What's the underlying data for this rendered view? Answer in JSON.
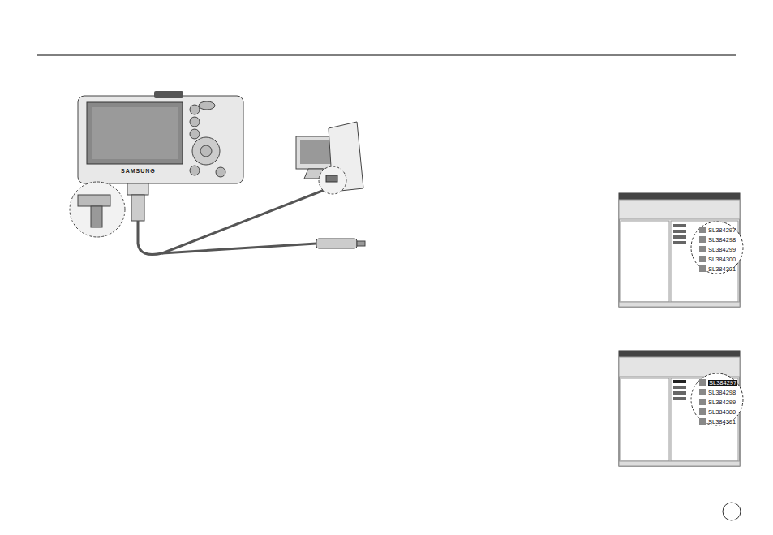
{
  "diagram": {
    "labels": [
      "SAMSUNG",
      "SL384297",
      "SL384298",
      "SL384299",
      "SL384300",
      "SL384301",
      "SL384297",
      "SL384298",
      "SL384299",
      "SL384300",
      "SL384301"
    ]
  }
}
